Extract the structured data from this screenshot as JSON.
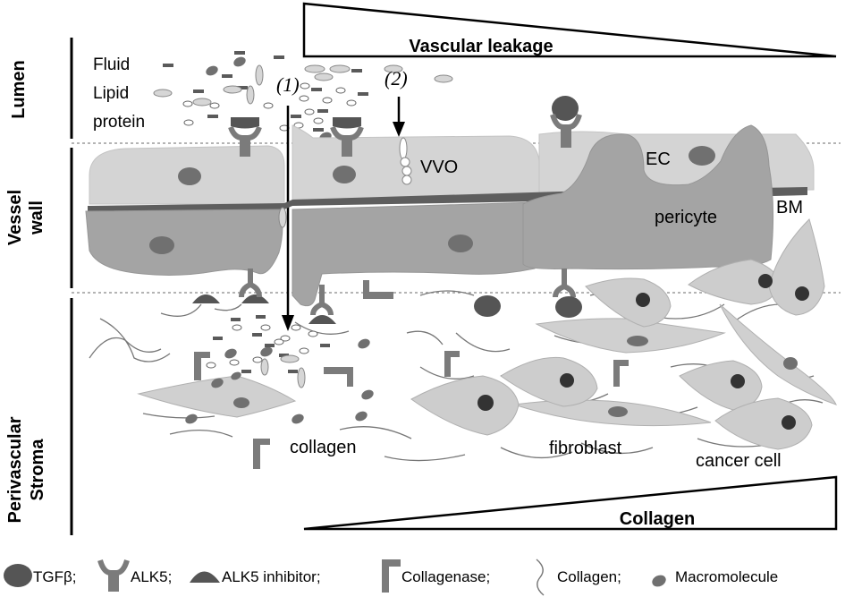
{
  "regions": {
    "lumen": "Lumen",
    "vessel_wall_1": "Vessel",
    "vessel_wall_2": "wall",
    "stroma_1": "Perivascular",
    "stroma_2": "Stroma"
  },
  "gradients": {
    "top": "Vascular leakage",
    "bottom": "Collagen"
  },
  "lumen_labels": {
    "fluid": "Fluid",
    "lipid": "Lipid",
    "protein": "protein"
  },
  "pathways": {
    "p1": "(1)",
    "p2": "(2)"
  },
  "structure_labels": {
    "vvo": "VVO",
    "ec": "EC",
    "bm": "BM",
    "pericyte": "pericyte",
    "collagen": "collagen",
    "fibroblast": "fibroblast",
    "cancer_cell": "cancer cell"
  },
  "legend": {
    "tgfb": "TGFβ;",
    "alk5": "ALK5;",
    "inhibitor": "ALK5 inhibitor;",
    "collagenase": "Collagenase;",
    "collagen": "Collagen;",
    "macromolecule": "Macromolecule"
  },
  "colors": {
    "ec_cell": "#d4d4d4",
    "pericyte": "#a4a4a4",
    "bm": "#5e5e5e",
    "nucleus": "#6e6e6e",
    "dark": "#555555",
    "fibro": "#cfcfcf",
    "cancer": "#cdcdcd"
  }
}
